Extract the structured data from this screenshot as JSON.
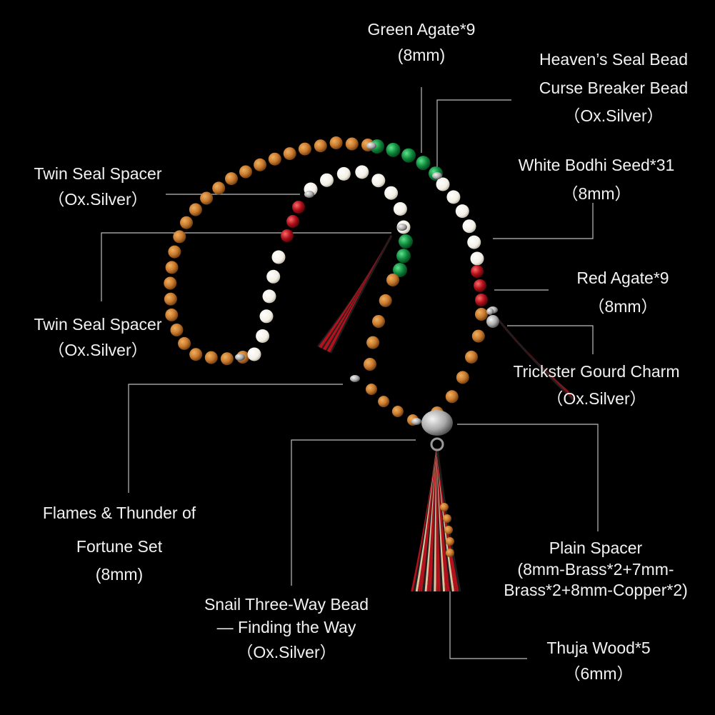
{
  "colors": {
    "background": "#000000",
    "text": "#f2f2f2",
    "leader_line": "#bdbdbd",
    "thuja_wood": "#c97a2e",
    "white_bodhi": "#f3efe6",
    "green_agate": "#0f8a3c",
    "red_agate": "#b0101a",
    "silver": "#a9a9a9",
    "tassel_red": "#b3121c",
    "tassel_black": "#1e1e1e",
    "tassel_cream": "#d8c7a0"
  },
  "labels": {
    "green_agate": {
      "name": "Green Agate*9",
      "size": "(8mm)"
    },
    "heavens_seal": {
      "line1": "Heaven’s Seal Bead",
      "line2": "Curse Breaker Bead",
      "material": "（Ox.Silver）"
    },
    "white_bodhi": {
      "name": "White Bodhi Seed*31",
      "size": "（8mm）"
    },
    "twin_seal_top": {
      "name": "Twin Seal Spacer",
      "material": "（Ox.Silver）"
    },
    "twin_seal_bottom": {
      "name": "Twin Seal Spacer",
      "material": "（Ox.Silver）"
    },
    "red_agate": {
      "name": "Red Agate*9",
      "size": "（8mm）"
    },
    "gourd_charm": {
      "name": "Trickster Gourd Charm",
      "material": "（Ox.Silver）"
    },
    "flames_thunder": {
      "line1": "Flames & Thunder of",
      "line2": "Fortune Set",
      "size": "(8mm)"
    },
    "plain_spacer": {
      "name": "Plain Spacer",
      "line2": "(8mm-Brass*2+7mm-",
      "line3": "Brass*2+8mm-Copper*2)"
    },
    "snail_bead": {
      "line1": "Snail Three-Way Bead",
      "line2": "— Finding the Way",
      "material": "（Ox.Silver）"
    },
    "thuja_wood": {
      "name": "Thuja Wood*5",
      "size": "（6mm）"
    }
  }
}
